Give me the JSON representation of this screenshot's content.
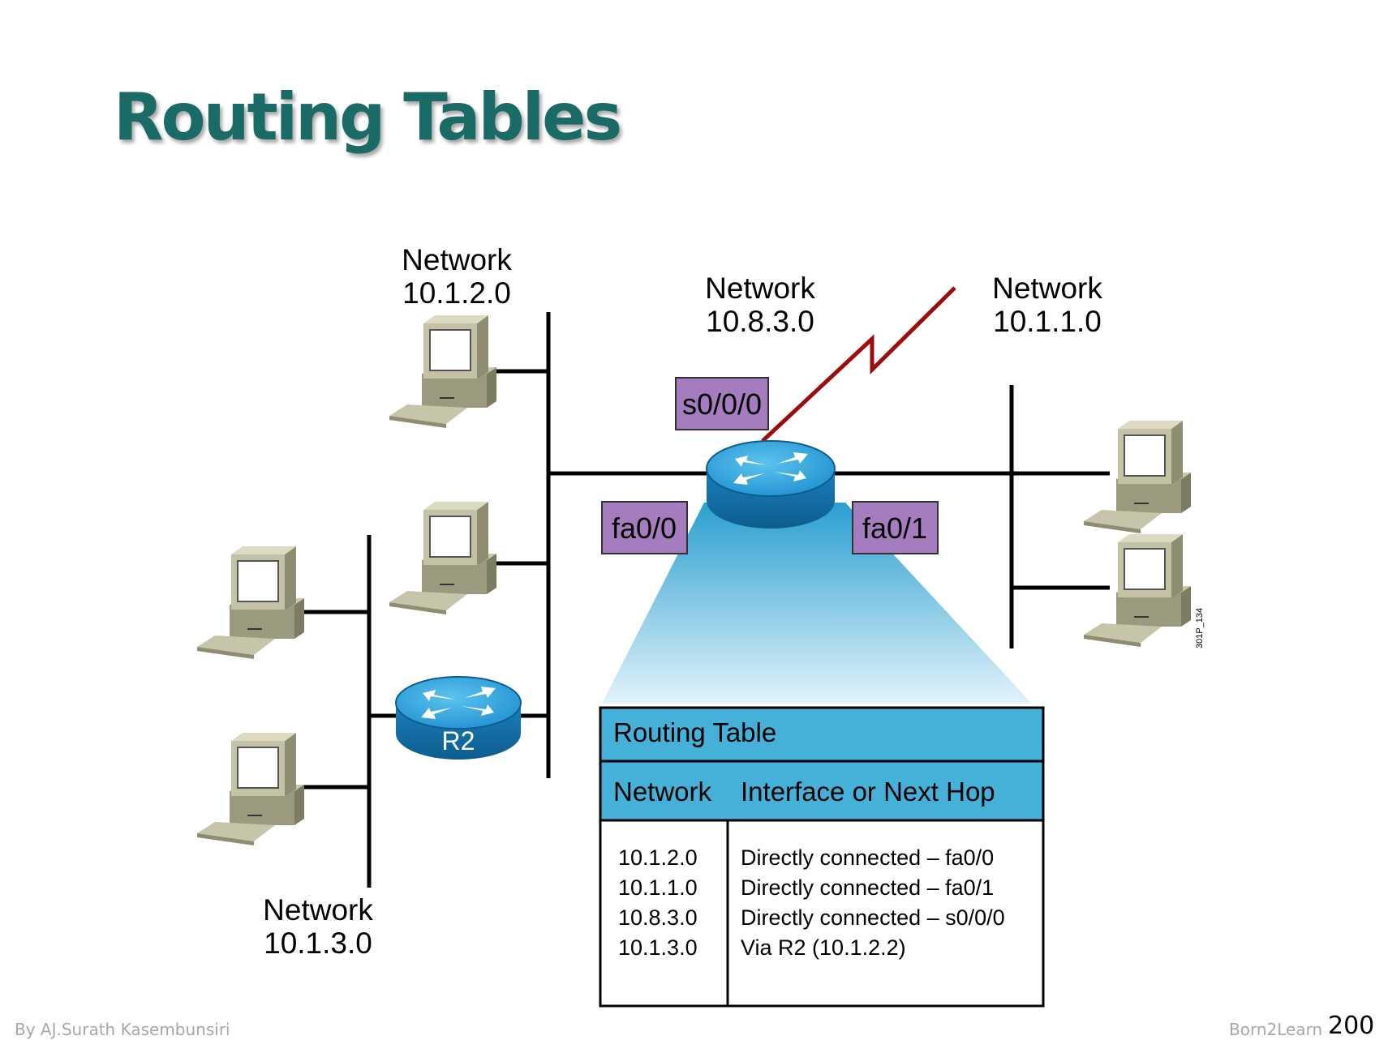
{
  "slide": {
    "title": "Routing Tables"
  },
  "networks": [
    {
      "label": "Network",
      "address": "10.1.2.0"
    },
    {
      "label": "Network",
      "address": "10.8.3.0"
    },
    {
      "label": "Network",
      "address": "10.1.1.0"
    },
    {
      "label": "Network",
      "address": "10.1.3.0"
    }
  ],
  "interfaces": {
    "serial": "s0/0/0",
    "fa0": "fa0/0",
    "fa1": "fa0/1"
  },
  "routers": {
    "r2_label": "R2"
  },
  "figure_code": "301P_134",
  "routing_table": {
    "title": "Routing Table",
    "columns": [
      "Network",
      "Interface or Next Hop"
    ],
    "rows": [
      {
        "network": "10.1.2.0",
        "hop": "Directly connected – fa0/0"
      },
      {
        "network": "10.1.1.0",
        "hop": "Directly connected – fa0/1"
      },
      {
        "network": "10.8.3.0",
        "hop": "Directly connected – s0/0/0"
      },
      {
        "network": "10.1.3.0",
        "hop": "Via R2 (10.1.2.2)"
      }
    ]
  },
  "footer": {
    "author": "By AJ.Surath Kasembunsiri",
    "brand": "Born2Learn",
    "page": "200"
  },
  "colors": {
    "title": "#1a6a66",
    "interface_box": "#a57dbe",
    "table_header": "#45b0d8",
    "serial_link": "#9b0d0d",
    "router": "#1f8fcf"
  }
}
